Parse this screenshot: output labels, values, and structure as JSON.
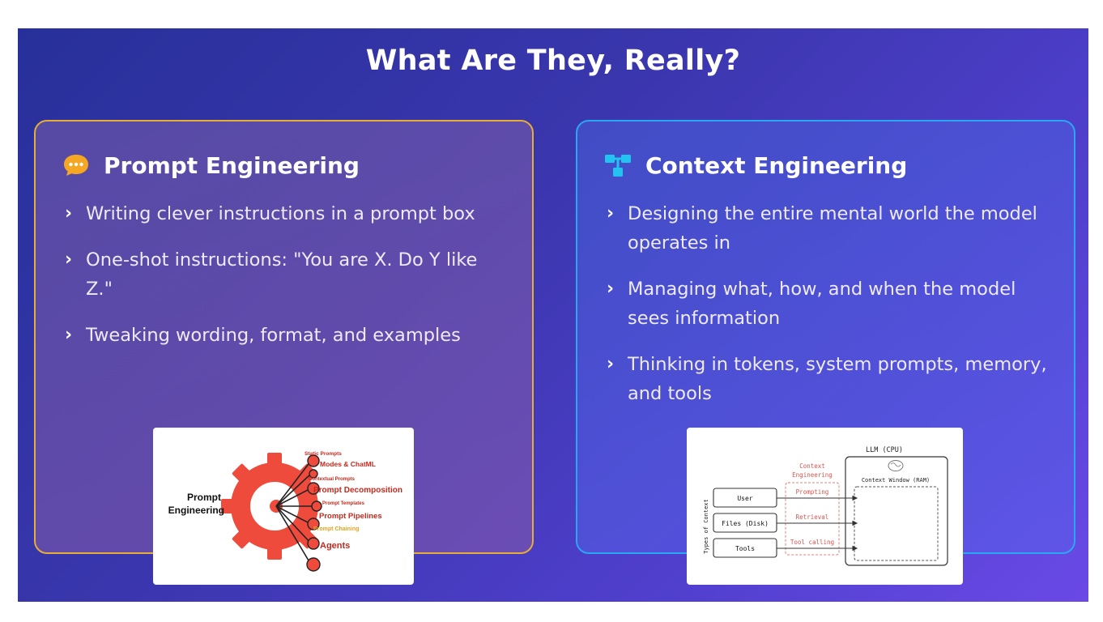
{
  "slide": {
    "title": "What Are They, Really?"
  },
  "left_card": {
    "title": "Prompt Engineering",
    "icon": "speech-bubble-icon",
    "accent": "#e6ad37",
    "bullets": [
      "Writing clever instructions in a prompt box",
      "One-shot instructions: \"You are X. Do Y like Z.\"",
      "Tweaking wording, format, and examples"
    ],
    "image": {
      "center_label_line1": "Prompt",
      "center_label_line2": "Engineering",
      "items": [
        "Static Prompts",
        "Modes & ChatML",
        "Contextual Prompts",
        "Prompt Decomposition",
        "Prompt Templates",
        "Prompt Pipelines",
        "Prompt Chaining",
        "Agents"
      ]
    }
  },
  "right_card": {
    "title": "Context Engineering",
    "icon": "hierarchy-icon",
    "accent": "#2aa7f2",
    "bullets": [
      "Designing the entire mental world the model operates in",
      "Managing what, how, and when the model sees information",
      "Thinking in tokens, system prompts, memory, and tools"
    ],
    "image": {
      "llm_label": "LLM (CPU)",
      "context_window_label": "Context Window (RAM)",
      "ce_label_line1": "Context",
      "ce_label_line2": "Engineering",
      "side_label": "Types of Context",
      "sources": [
        "User",
        "Files (Disk)",
        "Tools"
      ],
      "methods": [
        "Prompting",
        "Retrieval",
        "Tool calling"
      ]
    }
  }
}
